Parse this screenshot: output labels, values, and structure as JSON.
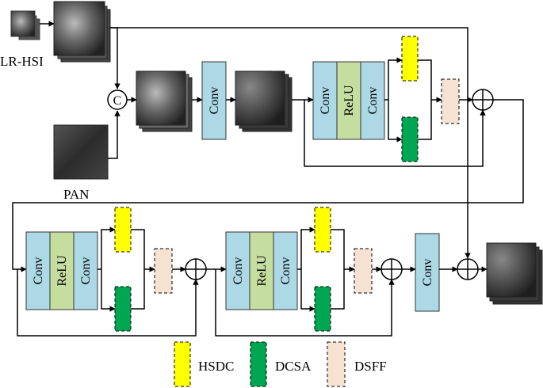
{
  "inputs": {
    "lrhsi_label": "LR-HSI",
    "pan_label": "PAN"
  },
  "concat_symbol": "C",
  "blocks": {
    "conv": "Conv",
    "relu": "ReLU"
  },
  "legend": [
    {
      "label": "HSDC",
      "color": "#ffff00"
    },
    {
      "label": "DCSA",
      "color": "#00a651"
    },
    {
      "label": "DSFF",
      "color": "#f6e2d3"
    }
  ],
  "colors": {
    "conv_fill": "#add8e6",
    "relu_fill": "#c6dda0",
    "line": "#000000"
  }
}
